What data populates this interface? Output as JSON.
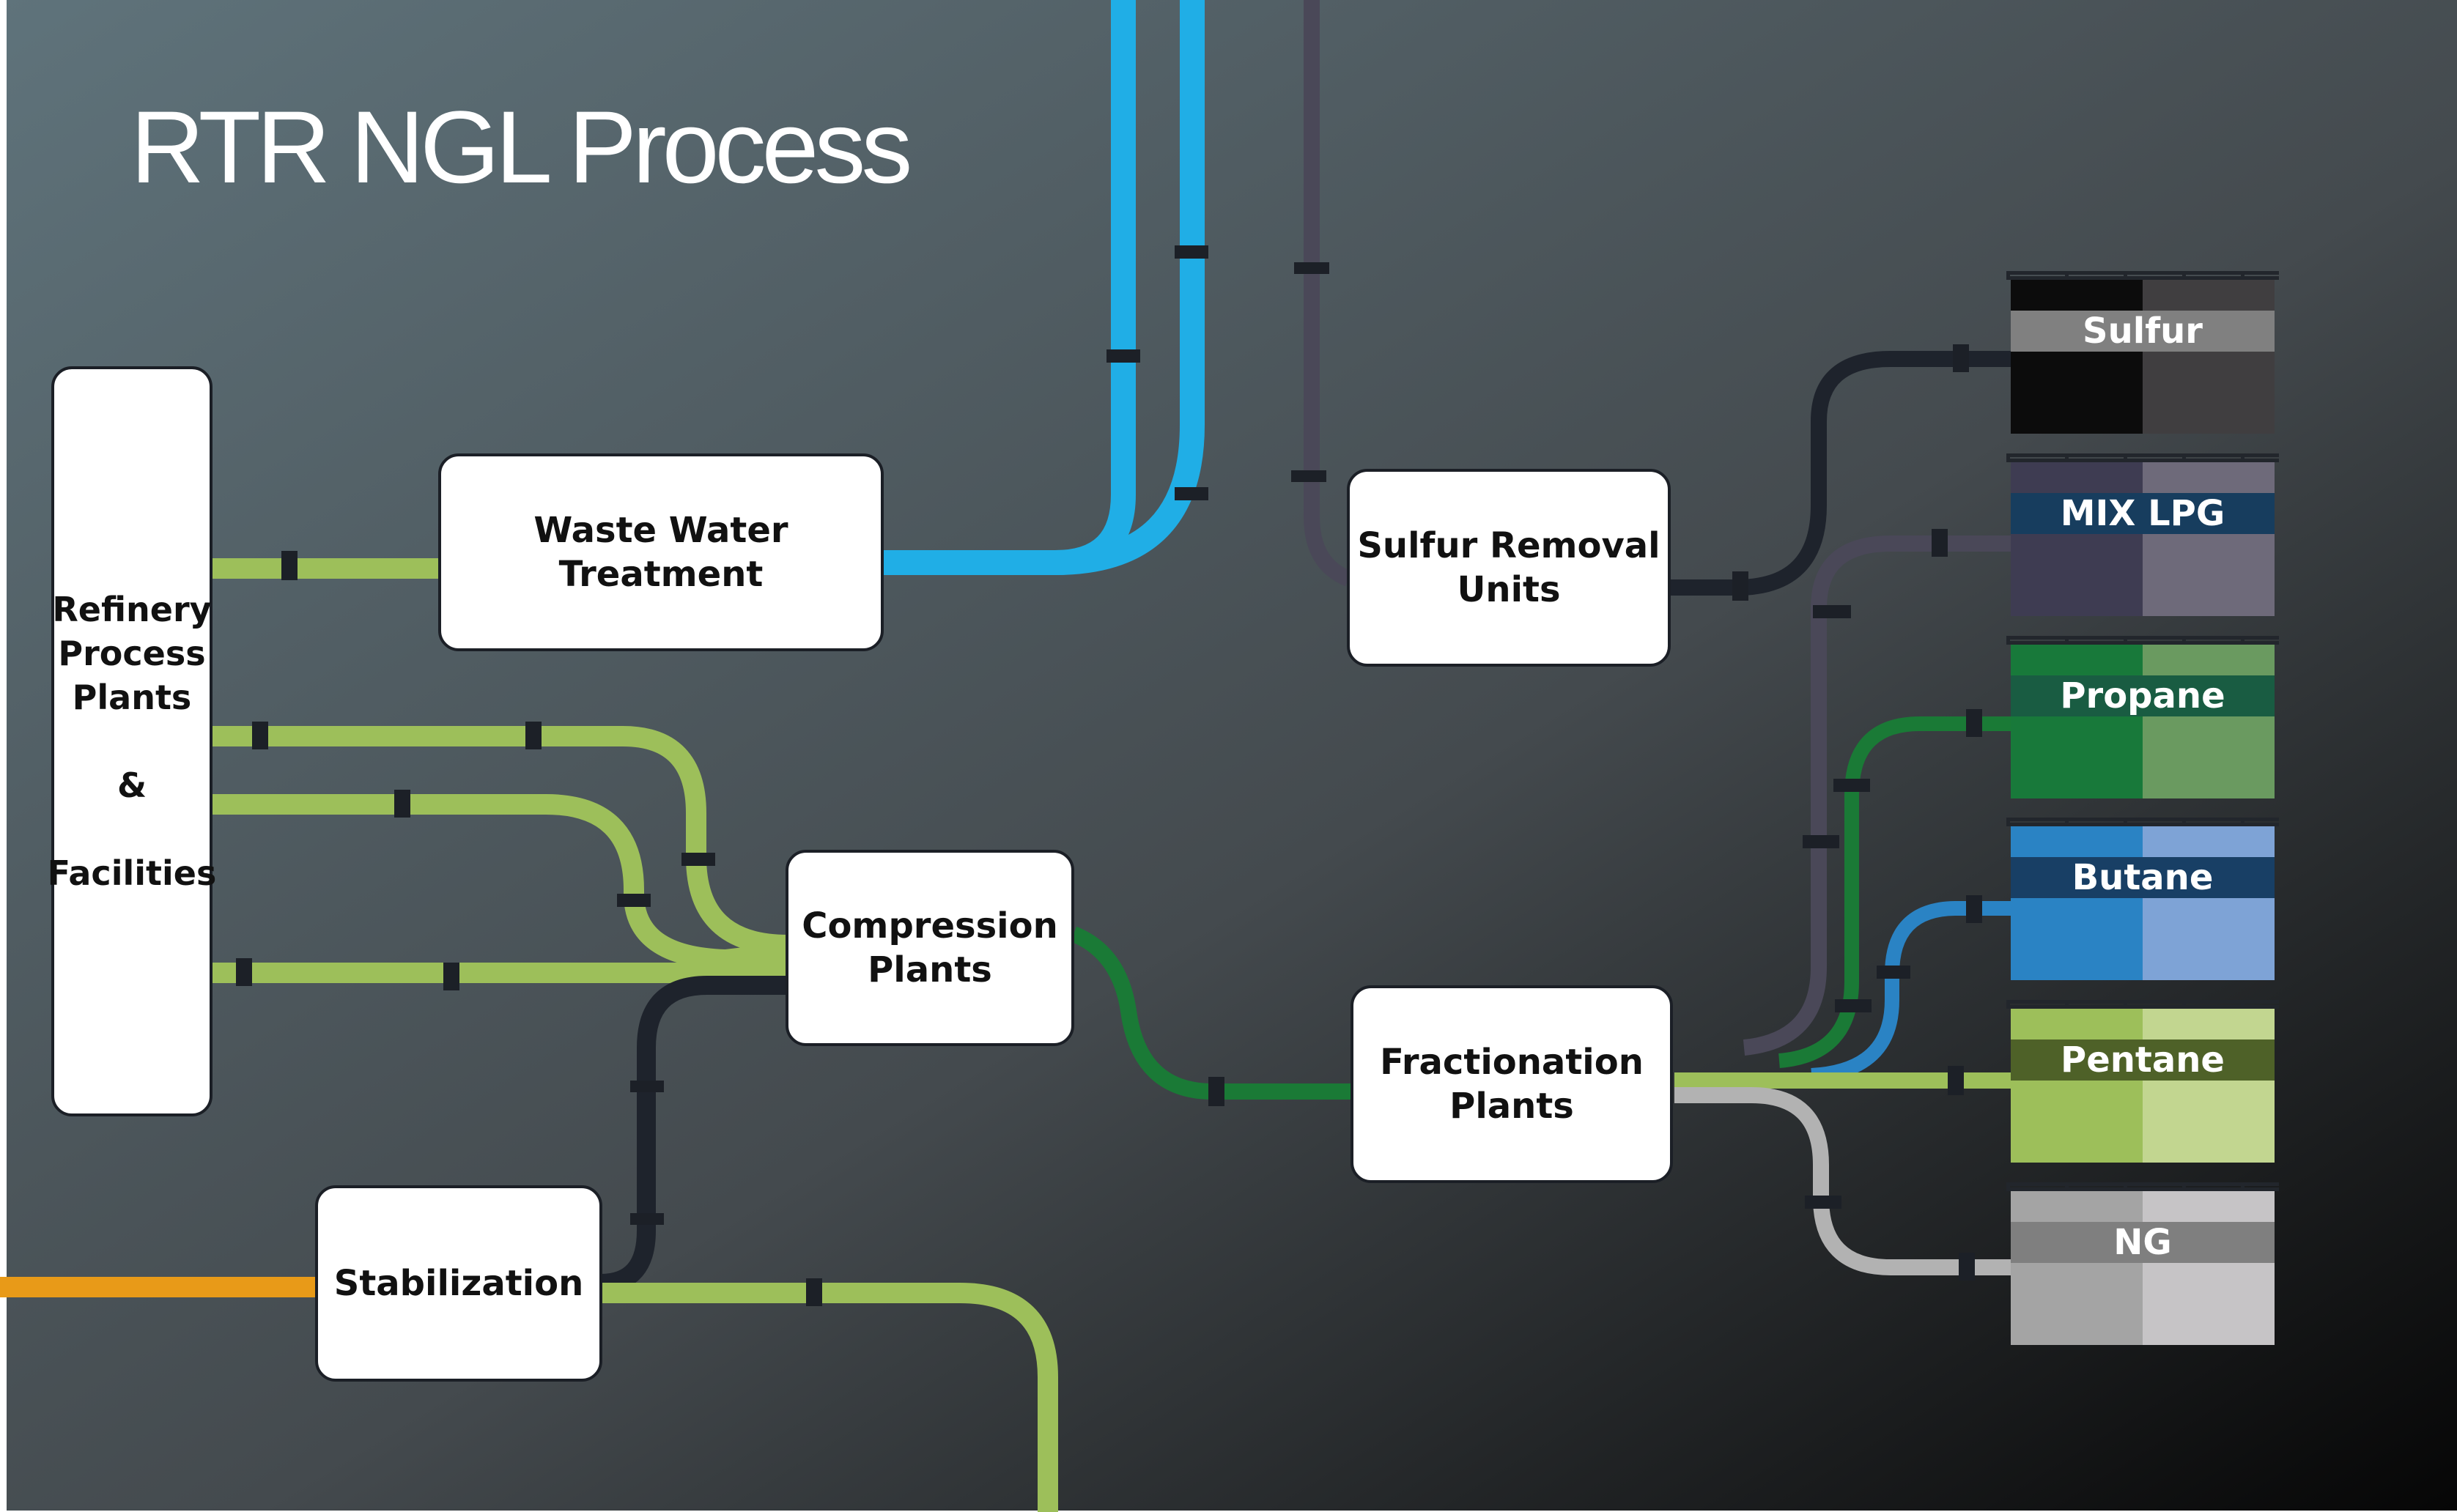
{
  "title": "RTR NGL Process",
  "colors": {
    "background_start": "#5f737b",
    "background_end": "#060606",
    "green_pipe": "#9dbf5a",
    "blue_pipe": "#20aee6",
    "purple_pipe": "#4a4858",
    "dark_pipe": "#1e232c",
    "fractionation_green": "#1a7a36",
    "butane_blue": "#2a83c4",
    "grey_pipe": "#b2b2b2",
    "orange_pipe": "#e89a18"
  },
  "nodes": {
    "refinery": "Refinery\nProcess\nPlants\n\n&\n\nFacilities",
    "waste_water": "Waste Water\nTreatment",
    "sulfur_removal": "Sulfur Removal\nUnits",
    "compression": "Compression\nPlants",
    "fractionation": "Fractionation\nPlants",
    "stabilization": "Stabilization"
  },
  "tanks": [
    {
      "label": "Sulfur",
      "left_color": "#0c0c0c",
      "right_color": "#403e40",
      "band_color": "#808080"
    },
    {
      "label": "MIX LPG",
      "left_color": "#3e3c52",
      "right_color": "#6e6a7a",
      "band_color": "#173d5e"
    },
    {
      "label": "Propane",
      "left_color": "#18793a",
      "right_color": "#6a9a60",
      "band_color": "#195c42"
    },
    {
      "label": "Butane",
      "left_color": "#2a83c4",
      "right_color": "#7ea3d6",
      "band_color": "#183f65"
    },
    {
      "label": "Pentane",
      "left_color": "#9dbf5a",
      "right_color": "#c2d690",
      "band_color": "#4e6128"
    },
    {
      "label": "NG",
      "left_color": "#a4a4a4",
      "right_color": "#c6c4c6",
      "band_color": "#7f7f7f"
    }
  ]
}
